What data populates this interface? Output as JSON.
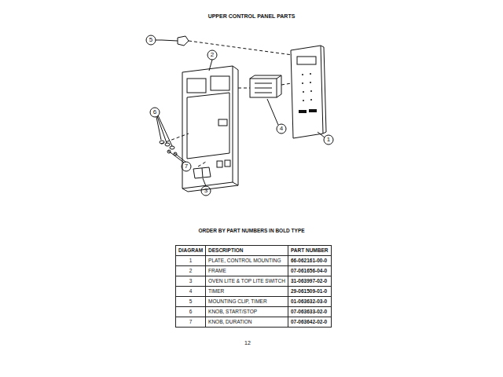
{
  "diagram": {
    "title": "UPPER CONTROL PANEL PARTS",
    "labels": [
      "5",
      "2",
      "6",
      "4",
      "1",
      "7",
      "3",
      "ORDER BY PART NUMBERS IN BOLD TYPE",
      "DIAGRAM",
      "DESCRIPTION",
      "PART NUMBER",
      "1",
      "PLATE, CONTROL MOUNTING",
      "66-062161-00-0",
      "2",
      "FRAME",
      "07-061656-04-0",
      "3",
      "OVEN LITE & TOP LITE SWITCH",
      "31-063997-02-0",
      "4",
      "TIMER",
      "29-061509-01-0",
      "5",
      "MOUNTING CLIP, TIMER",
      "01-063632-03-0",
      "6",
      "KNOB, START/STOP",
      "07-063633-02-0",
      "7",
      "KNOB, DURATION",
      "07-063642-02-0",
      "12"
    ]
  }
}
